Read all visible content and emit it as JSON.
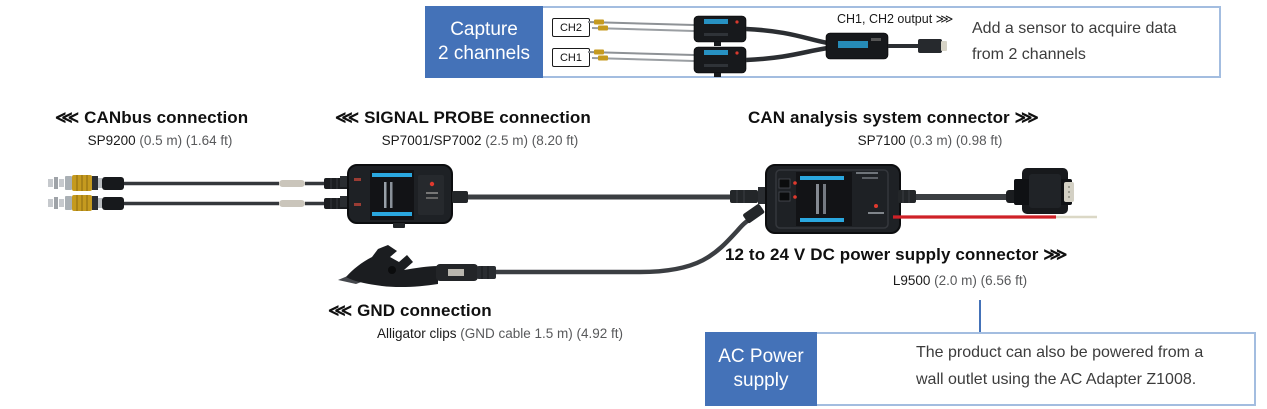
{
  "colors": {
    "accent_blue": "#4472b8",
    "border_blue": "#a3bde0",
    "cyan_stripe": "#2aa7df",
    "red_wire": "#cf2127",
    "gold_connector": "#c59a1f"
  },
  "capture_box": {
    "label": [
      "Capture",
      "2 channels"
    ],
    "ch_labels": [
      "CH2",
      "CH1"
    ],
    "output_label": "CH1, CH2 output ⋙",
    "description": [
      "Add a sensor to acquire data",
      "from 2 channels"
    ]
  },
  "labels": {
    "canbus": {
      "title": "⋘ CANbus connection",
      "model": "SP9200",
      "dims": "(0.5 m) (1.64 ft)"
    },
    "signal_probe": {
      "title": "⋘ SIGNAL PROBE connection",
      "model": "SP7001/SP7002",
      "dims": "(2.5 m) (8.20 ft)"
    },
    "can_system": {
      "title": "CAN analysis system connector ⋙",
      "model": "SP7100",
      "dims": "(0.3 m) (0.98 ft)"
    },
    "dc_power": {
      "title": "12 to 24 V DC power supply connector ⋙",
      "model": "L9500",
      "dims": "(2.0 m) (6.56 ft)"
    },
    "gnd": {
      "title": "⋘ GND connection",
      "model": "Alligator clips",
      "dims": "(GND cable 1.5 m) (4.92 ft)"
    }
  },
  "ac_power_box": {
    "label": [
      "AC Power",
      "supply"
    ],
    "description": [
      "The product can also be powered from a",
      "wall outlet using the AC Adapter Z1008."
    ]
  }
}
